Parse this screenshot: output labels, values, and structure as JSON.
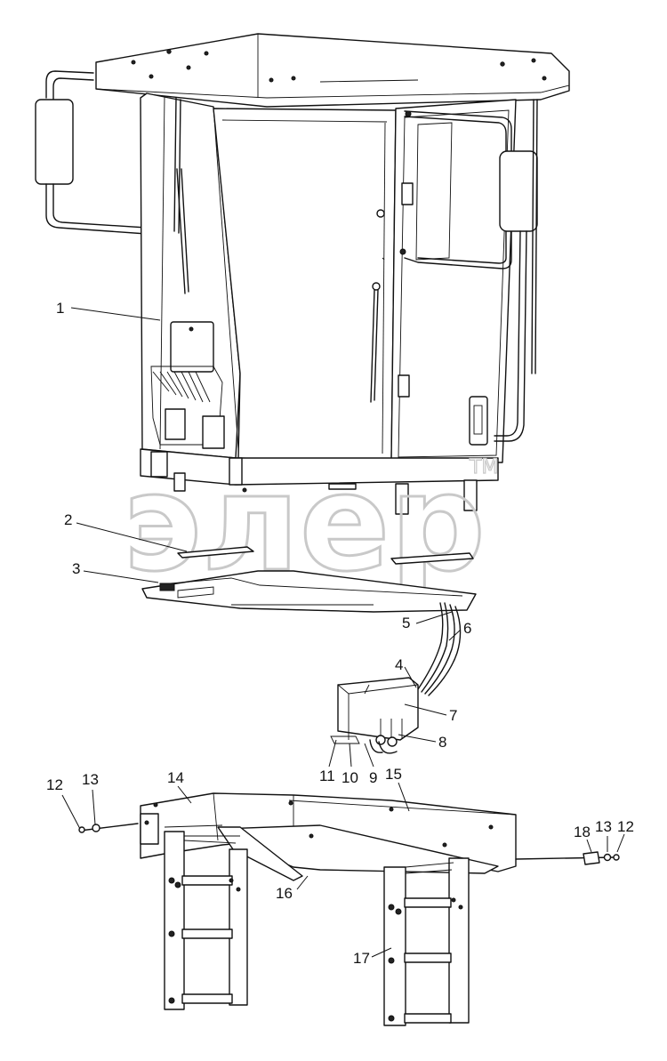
{
  "watermark": {
    "text": "элер",
    "trademark": "TM"
  },
  "callouts": [
    {
      "id": "c1",
      "label": "1"
    },
    {
      "id": "c2",
      "label": "2"
    },
    {
      "id": "c3",
      "label": "3"
    },
    {
      "id": "c4",
      "label": "4"
    },
    {
      "id": "c5",
      "label": "5"
    },
    {
      "id": "c6",
      "label": "6"
    },
    {
      "id": "c7",
      "label": "7"
    },
    {
      "id": "c8",
      "label": "8"
    },
    {
      "id": "c9",
      "label": "9"
    },
    {
      "id": "c10",
      "label": "10"
    },
    {
      "id": "c11",
      "label": "11"
    },
    {
      "id": "c12",
      "label": "12"
    },
    {
      "id": "c13",
      "label": "13"
    },
    {
      "id": "c14",
      "label": "14"
    },
    {
      "id": "c15",
      "label": "15"
    },
    {
      "id": "c16",
      "label": "16"
    },
    {
      "id": "c17",
      "label": "17"
    },
    {
      "id": "c18",
      "label": "18"
    },
    {
      "id": "c13b",
      "label": "13"
    },
    {
      "id": "c12b",
      "label": "12"
    }
  ],
  "colors": {
    "line": "#111111",
    "watermark": "#c9c9c9",
    "background": "#ffffff"
  }
}
